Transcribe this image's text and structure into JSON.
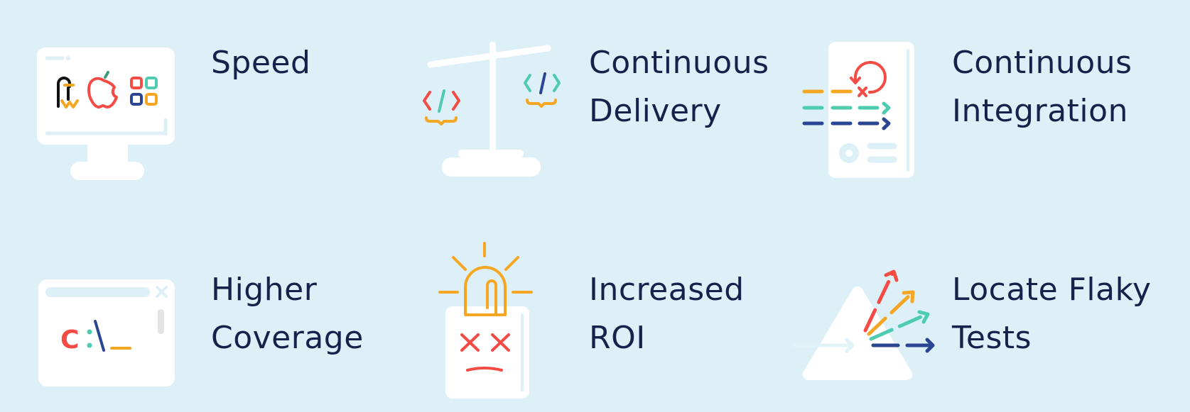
{
  "colors": {
    "background": "#def0f7",
    "text": "#15234c",
    "red": "#f44b44",
    "orange": "#f5a623",
    "teal": "#4ecbb0",
    "navy": "#2a4592",
    "white": "#ffffff"
  },
  "features": [
    {
      "lines": [
        "Speed"
      ],
      "icon": "monitor-platforms-icon"
    },
    {
      "lines": [
        "Continuous",
        "Delivery"
      ],
      "icon": "balance-scale-code-icon"
    },
    {
      "lines": [
        "Continuous",
        "Integration"
      ],
      "icon": "document-pipeline-icon"
    },
    {
      "lines": [
        "Higher",
        "Coverage"
      ],
      "icon": "terminal-window-icon"
    },
    {
      "lines": [
        "Increased",
        "ROI"
      ],
      "icon": "alarm-failure-icon"
    },
    {
      "lines": [
        "Locate Flaky",
        "Tests"
      ],
      "icon": "prism-arrows-icon"
    }
  ],
  "terminal_prompt": {
    "drive": "C",
    "sep": ":"
  }
}
